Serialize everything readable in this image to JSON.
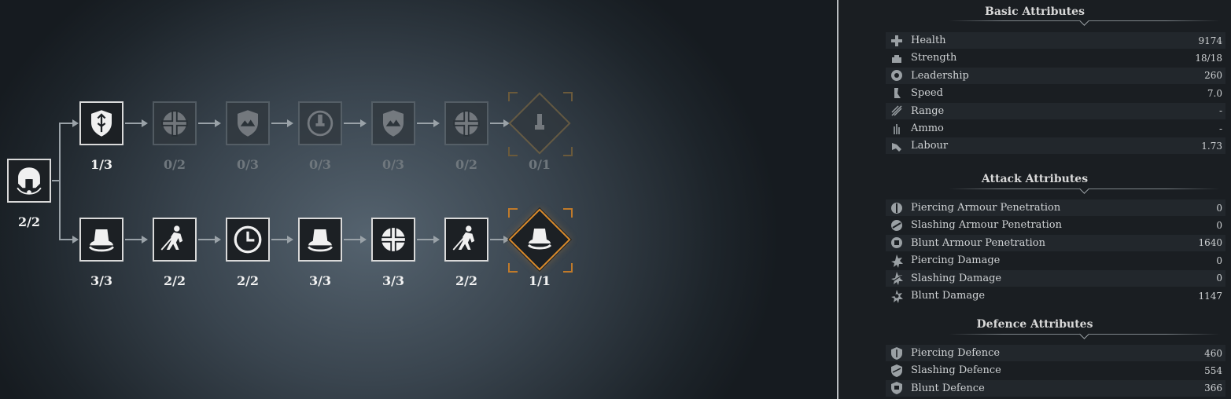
{
  "tree": {
    "root": {
      "icon": "spartan-helmet-icon",
      "count": "2/2"
    },
    "top_row": [
      {
        "icon": "arrow-shield-icon",
        "count": "1/3",
        "locked": false
      },
      {
        "icon": "health-cross-icon",
        "count": "0/2",
        "locked": true
      },
      {
        "icon": "mountain-shield-icon",
        "count": "0/3",
        "locked": true
      },
      {
        "icon": "bottle-circle-icon",
        "count": "0/3",
        "locked": true
      },
      {
        "icon": "mountain-shield-icon",
        "count": "0/3",
        "locked": true
      },
      {
        "icon": "health-cross-icon",
        "count": "0/2",
        "locked": true
      },
      {
        "icon": "bottle-diamond-icon",
        "count": "0/1",
        "locked": true
      }
    ],
    "bottom_row": [
      {
        "icon": "bell-icon",
        "count": "3/3",
        "locked": false
      },
      {
        "icon": "swordsman-icon",
        "count": "2/2",
        "locked": false
      },
      {
        "icon": "clock-icon",
        "count": "2/2",
        "locked": false
      },
      {
        "icon": "bell-icon",
        "count": "3/3",
        "locked": false
      },
      {
        "icon": "health-cross-icon",
        "count": "3/3",
        "locked": false
      },
      {
        "icon": "swordsman-icon",
        "count": "2/2",
        "locked": false
      },
      {
        "icon": "bell-diamond-icon",
        "count": "1/1",
        "locked": false
      }
    ]
  },
  "panel": {
    "basic": {
      "title": "Basic Attributes",
      "rows": [
        {
          "icon": "health-icon",
          "label": "Health",
          "value": "9174"
        },
        {
          "icon": "strength-icon",
          "label": "Strength",
          "value": "18/18"
        },
        {
          "icon": "leadership-icon",
          "label": "Leadership",
          "value": "260"
        },
        {
          "icon": "speed-icon",
          "label": "Speed",
          "value": "7.0"
        },
        {
          "icon": "range-icon",
          "label": "Range",
          "value": "-"
        },
        {
          "icon": "ammo-icon",
          "label": "Ammo",
          "value": "-"
        },
        {
          "icon": "labour-icon",
          "label": "Labour",
          "value": "1.73"
        }
      ]
    },
    "attack": {
      "title": "Attack Attributes",
      "rows": [
        {
          "icon": "piercing-penetration-icon",
          "label": "Piercing Armour Penetration",
          "value": "0"
        },
        {
          "icon": "slashing-penetration-icon",
          "label": "Slashing Armour Penetration",
          "value": "0"
        },
        {
          "icon": "blunt-penetration-icon",
          "label": "Blunt Armour Penetration",
          "value": "1640"
        },
        {
          "icon": "piercing-damage-icon",
          "label": "Piercing Damage",
          "value": "0"
        },
        {
          "icon": "slashing-damage-icon",
          "label": "Slashing Damage",
          "value": "0"
        },
        {
          "icon": "blunt-damage-icon",
          "label": "Blunt Damage",
          "value": "1147"
        }
      ]
    },
    "defence": {
      "title": "Defence Attributes",
      "rows": [
        {
          "icon": "piercing-defence-icon",
          "label": "Piercing Defence",
          "value": "460"
        },
        {
          "icon": "slashing-defence-icon",
          "label": "Slashing Defence",
          "value": "554"
        },
        {
          "icon": "blunt-defence-icon",
          "label": "Blunt Defence",
          "value": "366"
        }
      ]
    }
  }
}
